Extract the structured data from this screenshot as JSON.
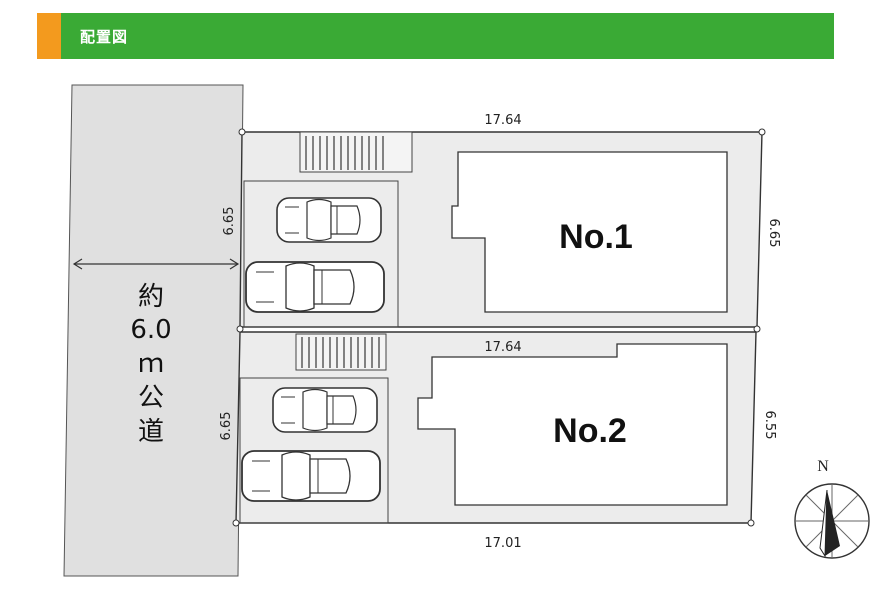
{
  "header": {
    "title": "配置図",
    "accent_color": "#f39a1e",
    "bar_color": "#3aaa35"
  },
  "road": {
    "label_lines": [
      "約",
      "6.0",
      "ｍ",
      "公",
      "道"
    ]
  },
  "lots": [
    {
      "label": "No.1",
      "top_width": "17.64",
      "left_depth": "6.65",
      "right_depth": "6.65",
      "parking_spaces": 2
    },
    {
      "label": "No.2",
      "top_width": "17.64",
      "bottom_width": "17.01",
      "left_depth": "6.65",
      "right_depth": "6.55",
      "parking_spaces": 2
    }
  ],
  "compass": {
    "label": "N"
  },
  "colors": {
    "site_fill": "#ececec",
    "road_fill": "#e0e0e0",
    "outline": "#333333"
  }
}
